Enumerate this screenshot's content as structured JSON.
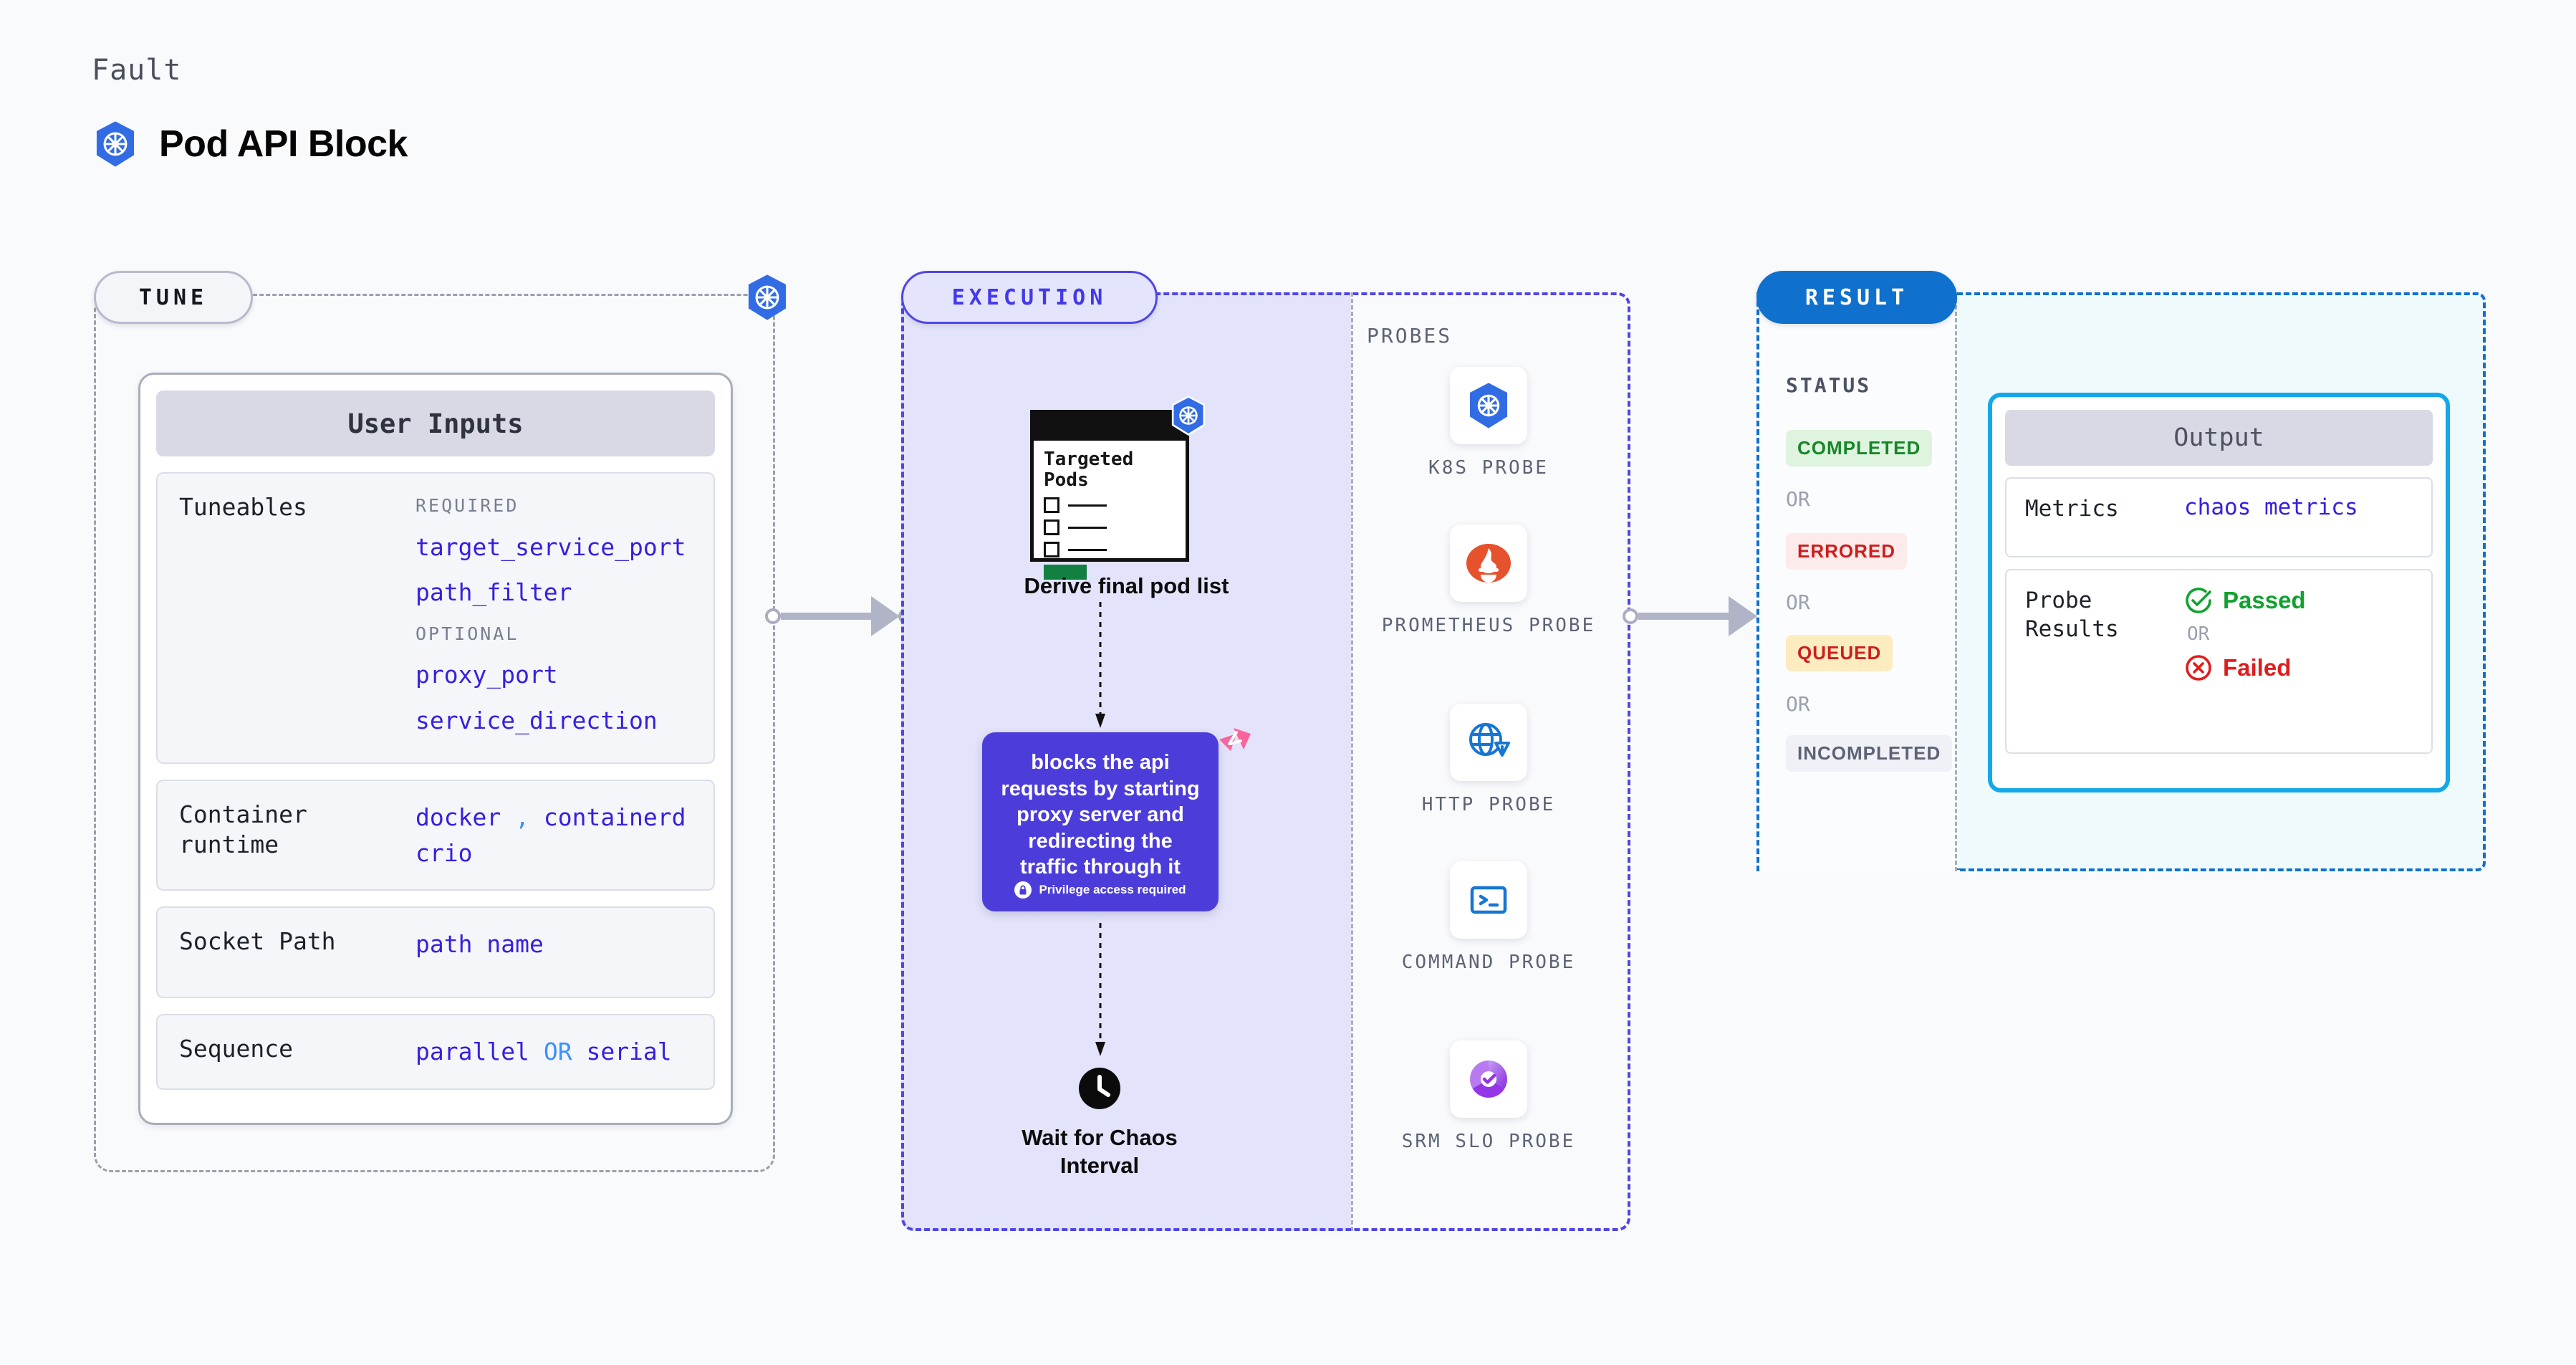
{
  "header": {
    "eyebrow": "Fault",
    "title": "Pod API Block",
    "icon": "kubernetes-icon"
  },
  "sections": {
    "tune": {
      "badge": "TUNE"
    },
    "execution": {
      "badge": "EXECUTION"
    },
    "result": {
      "badge": "RESULT"
    }
  },
  "tune": {
    "card_title": "User Inputs",
    "rows": [
      {
        "label": "Tuneables",
        "required_tag": "REQUIRED",
        "required": [
          "target_service_port",
          "path_filter"
        ],
        "optional_tag": "OPTIONAL",
        "optional": [
          "proxy_port",
          "service_direction"
        ]
      },
      {
        "label": "Container runtime",
        "values": [
          "docker",
          ",",
          "containerd",
          "crio"
        ]
      },
      {
        "label": "Socket Path",
        "values": [
          "path name"
        ]
      },
      {
        "label": "Sequence",
        "values": [
          "parallel",
          "OR",
          "serial"
        ]
      }
    ],
    "container_runtime_label": "Container runtime",
    "container_runtime_v1": "docker",
    "container_runtime_sep": ",",
    "container_runtime_v2": "containerd",
    "container_runtime_v3": "crio",
    "socket_path_label": "Socket Path",
    "socket_path_value": "path name",
    "sequence_label": "Sequence",
    "sequence_v1": "parallel",
    "sequence_or": "OR",
    "sequence_v2": "serial"
  },
  "execution": {
    "pods_card_title": "Targeted Pods",
    "derive_label": "Derive final pod list",
    "action_text": "blocks the api requests by starting proxy server and redirecting the traffic through it",
    "privilege_note": "Privilege access required",
    "wait_label": "Wait for Chaos Interval",
    "probes_title": "PROBES",
    "probes": [
      {
        "name": "K8S PROBE",
        "icon": "kubernetes-icon"
      },
      {
        "name": "PROMETHEUS PROBE",
        "icon": "prometheus-icon"
      },
      {
        "name": "HTTP PROBE",
        "icon": "globe-warning-icon"
      },
      {
        "name": "COMMAND PROBE",
        "icon": "terminal-icon"
      },
      {
        "name": "SRM SLO PROBE",
        "icon": "srm-slo-icon"
      }
    ]
  },
  "result": {
    "status_label": "STATUS",
    "statuses": [
      {
        "text": "COMPLETED",
        "bg": "#dff4de",
        "fg": "#16862a"
      },
      {
        "text": "ERRORED",
        "bg": "#fdeaea",
        "fg": "#cc1e1e"
      },
      {
        "text": "QUEUED",
        "bg": "#fdecc0",
        "fg": "#cc1e1e"
      },
      {
        "text": "INCOMPLETED",
        "bg": "#f0f1f6",
        "fg": "#5d6375"
      }
    ],
    "or": "OR",
    "output": {
      "title": "Output",
      "metrics_label": "Metrics",
      "metrics_value": "chaos metrics",
      "probe_results_label": "Probe Results",
      "passed": "Passed",
      "failed": "Failed",
      "or": "OR"
    }
  },
  "colors": {
    "accent_purple": "#4f46e5",
    "accent_blue": "#1070cd",
    "k8s_blue": "#326ce5",
    "mono_blue": "#3520e0",
    "cyan": "#14a8e8"
  }
}
